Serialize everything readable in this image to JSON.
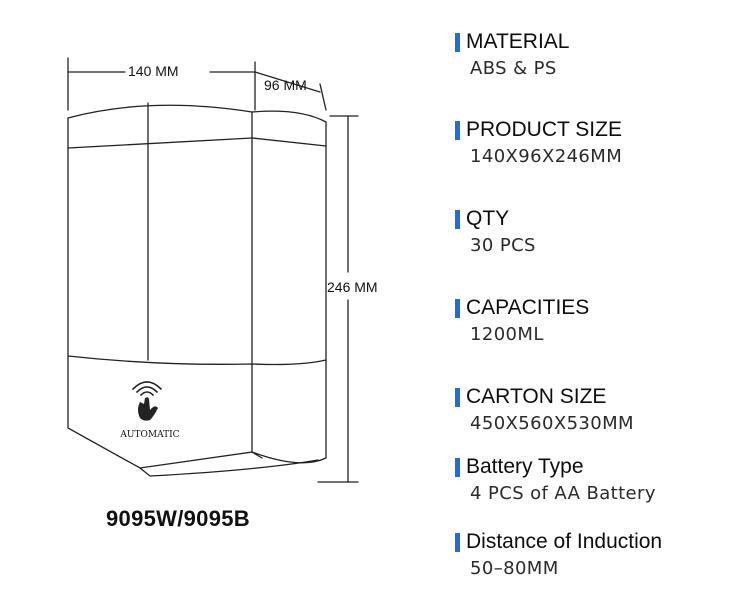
{
  "dimensions": {
    "width_label": "140 MM",
    "depth_label": "96 MM",
    "height_label": "246 MM"
  },
  "device": {
    "badge_text": "AUTOMATIC"
  },
  "model": "9095W/9095B",
  "accent_color": "#1f6fd1",
  "specs": [
    {
      "label": "MATERIAL",
      "value": "ABS & PS"
    },
    {
      "label": "PRODUCT SIZE",
      "value": "140X96X246MM"
    },
    {
      "label": "QTY",
      "value": "30 PCS"
    },
    {
      "label": "CAPACITIES",
      "value": "1200ML"
    },
    {
      "label": "CARTON SIZE",
      "value": "450X560X530MM"
    },
    {
      "label": "Battery Type",
      "value": "4 PCS of AA Battery"
    },
    {
      "label": "Distance of Induction",
      "value": "50–80MM"
    }
  ]
}
